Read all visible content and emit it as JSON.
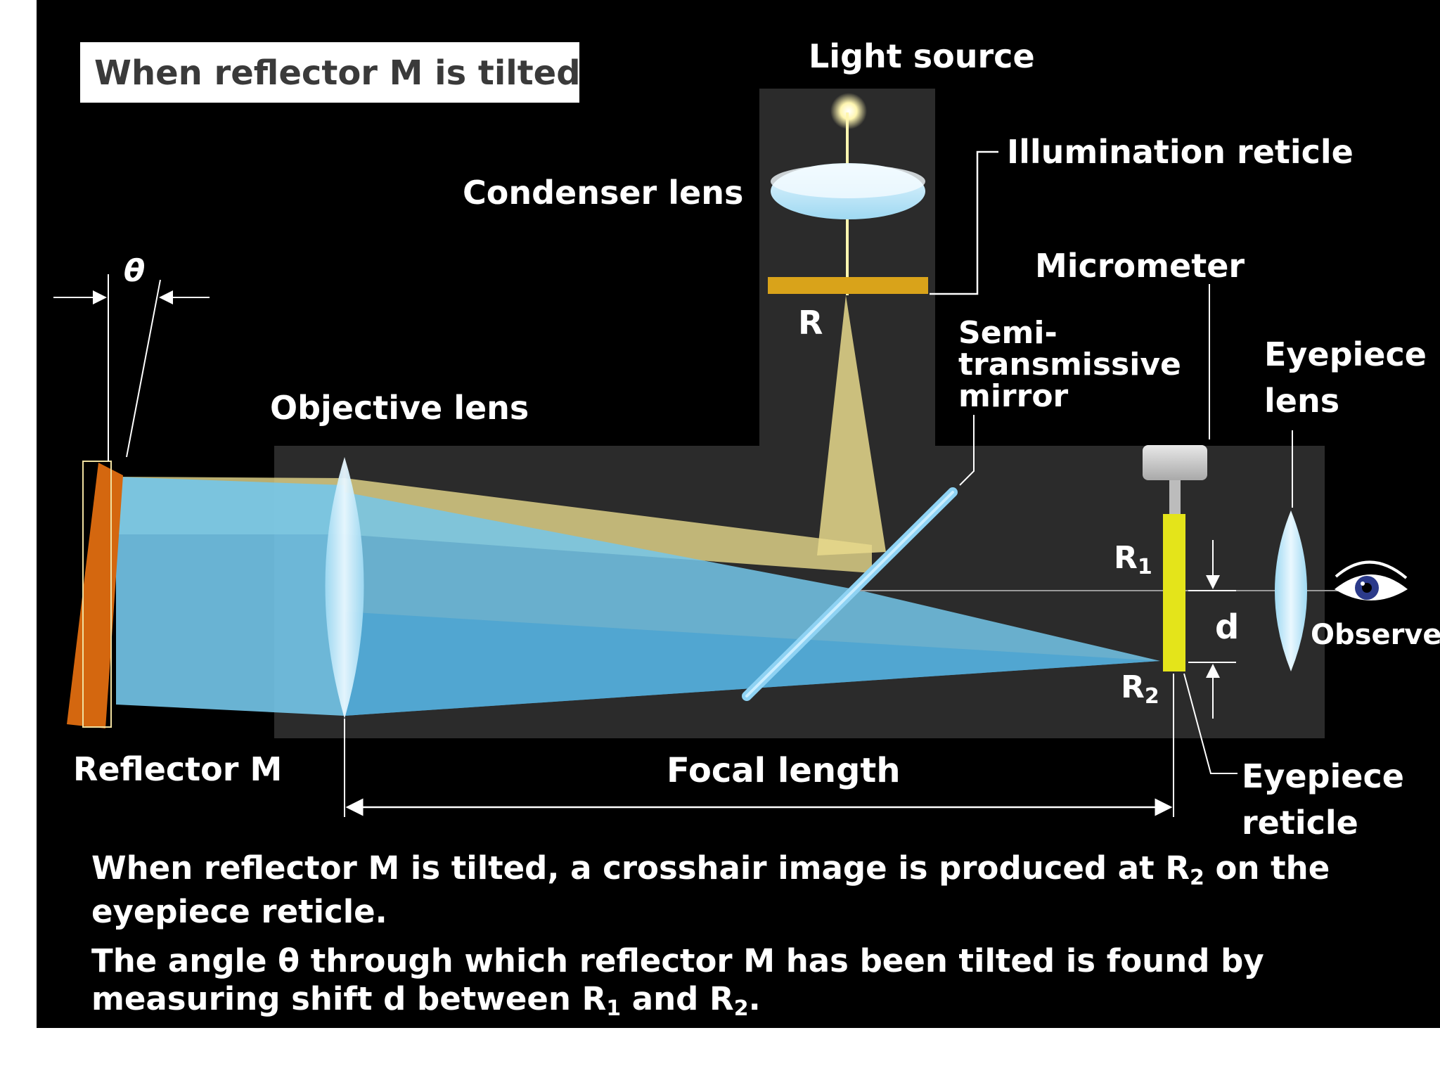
{
  "title_box": "When reflector M is tilted",
  "labels": {
    "light_source": "Light source",
    "illumination_reticle": "Illumination reticle",
    "condenser_lens": "Condenser lens",
    "micrometer": "Micrometer",
    "theta": "θ",
    "r": "R",
    "semi_line1": "Semi-",
    "semi_line2": "transmissive",
    "semi_line3": "mirror",
    "eyepiece_lens_line1": "Eyepiece",
    "eyepiece_lens_line2": "lens",
    "objective_lens": "Objective lens",
    "r1_main": "R",
    "r1_sub": "1",
    "r2_main": "R",
    "r2_sub": "2",
    "d": "d",
    "observer": "Observer",
    "reflector_m": "Reflector M",
    "focal_length": "Focal length",
    "eyepiece_reticle_line1": "Eyepiece",
    "eyepiece_reticle_line2": "reticle"
  },
  "caption": {
    "p1_line1_a": "When reflector M is tilted, a crosshair image is produced at R",
    "p1_line1_sub": "2",
    "p1_line1_b": " on the",
    "p1_line2": "eyepiece reticle.",
    "p2_line1": "The angle θ through which reflector M has been tilted is found by",
    "p2_line2_a": "measuring shift d between R",
    "p2_line2_sub1": "1",
    "p2_line2_b": "  and R",
    "p2_line2_sub2": "2",
    "p2_line2_c": "."
  },
  "colors": {
    "background": "#000000",
    "housing": "#2b2b2b",
    "blue_beam": "#74c7ea",
    "yellow_beam": "#e7d98c",
    "reflector": "#d4670f",
    "illumination_reticle": "#d9a31a",
    "eyepiece_reticle": "#e4e41a"
  }
}
